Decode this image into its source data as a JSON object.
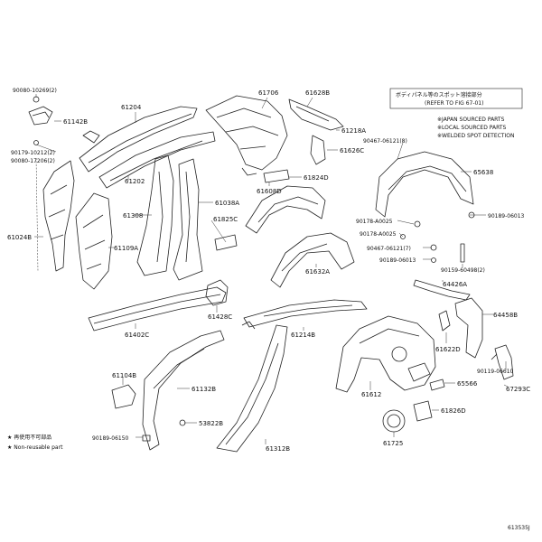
{
  "diagram": {
    "labels": {
      "p1": "90080-10269(2)",
      "p2": "61142B",
      "p3": "61204",
      "p4": "61706",
      "p5": "61628B",
      "p6": "61218A",
      "p7": "61626C",
      "p8": "61824D",
      "p9": "61608D",
      "p10": "90179-10212(2)",
      "p11": "90080-17206(2)",
      "p12": "61202",
      "p13": "61038A",
      "p14": "61308",
      "p15": "61825C",
      "p16": "61024B",
      "p17": "61109A",
      "p18": "61428C",
      "p19": "61402C",
      "p20": "61632A",
      "p21": "90467-06121(8)",
      "p22": "65638",
      "p23": "90178-A0025",
      "p24": "90189-06013",
      "p25": "90178-A0025",
      "p26": "90467-06121(7)",
      "p27": "90189-06013",
      "p28": "90159-60498(2)",
      "p29": "64426A",
      "p30": "64458B",
      "p31": "61214B",
      "p32": "61622D",
      "p33": "90119-06610",
      "p34": "67293C",
      "p35": "61104B",
      "p36": "61132B",
      "p37": "65566",
      "p38": "61612",
      "p39": "53822B",
      "p40": "61826D",
      "p41": "90189-06150",
      "p42": "61312B",
      "p43": "61725"
    },
    "notes": {
      "box_line1": "ボディパネル等のスポット溶接部分",
      "box_line2": "(REFER TO FIG 67-01)",
      "legend1": "※JAPAN SOURCED PARTS",
      "legend2": "※LOCAL SOURCED PARTS",
      "legend3": "※WELDED SPOT DETECTION",
      "nonreuse_jp": "★ 再使用不可部品",
      "nonreuse_en": "★ Non-reusable part"
    },
    "figure_id": "613535J"
  }
}
